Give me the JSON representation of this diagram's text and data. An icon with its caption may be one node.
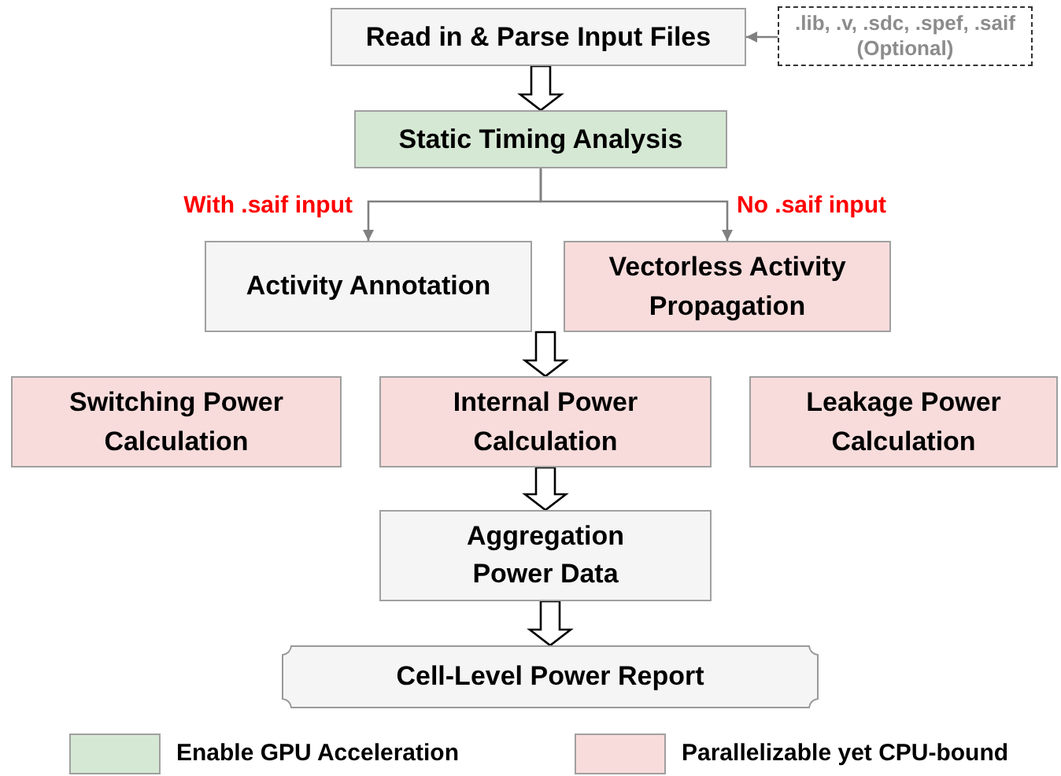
{
  "diagram": {
    "nodes": [
      {
        "text": [
          "Read in & Parse Input Files"
        ]
      },
      {
        "text": [
          ".lib, .v, .sdc, .spef, .saif (Optional)"
        ]
      },
      {
        "text": [
          "Static Timing Analysis"
        ]
      },
      {
        "text": [
          "Activity Annotation"
        ]
      },
      {
        "text": [
          "Vectorless Activity Propagation"
        ]
      },
      {
        "text": [
          "Switching Power Calculation"
        ]
      },
      {
        "text": [
          "Internal Power Calculation"
        ]
      },
      {
        "text": [
          "Leakage Power Calculation"
        ]
      },
      {
        "text": [
          "Aggregation Power Data"
        ]
      },
      {
        "text": [
          "Cell-Level Power Report"
        ]
      }
    ],
    "edges": [
      {
        "from": 1,
        "to": 0,
        "arrow": "to"
      },
      {
        "from": 0,
        "to": 2,
        "arrow": "to",
        "style": "thick",
        "color": "#000000"
      },
      {
        "from": 2,
        "to": 3,
        "arrow": "to",
        "label": "With .saif input"
      },
      {
        "from": 2,
        "to": 4,
        "arrow": "to",
        "label": "No .saif input"
      },
      {
        "from": 3,
        "to": 6,
        "arrow": "to",
        "style": "thick",
        "color": "#000000"
      },
      {
        "from": 4,
        "to": 6,
        "arrow": "to",
        "style": "thick",
        "color": "#000000"
      },
      {
        "from": 6,
        "to": 8,
        "arrow": "to",
        "style": "thick",
        "color": "#000000"
      },
      {
        "from": 8,
        "to": 9,
        "arrow": "to",
        "style": "thick",
        "color": "#000000"
      }
    ],
    "legend": [
      {
        "text": "Enable GPU Acceleration",
        "color": "#d5e8d4"
      },
      {
        "text": "Parallelizable yet CPU-bound",
        "color": "#f8dcdc"
      }
    ]
  }
}
